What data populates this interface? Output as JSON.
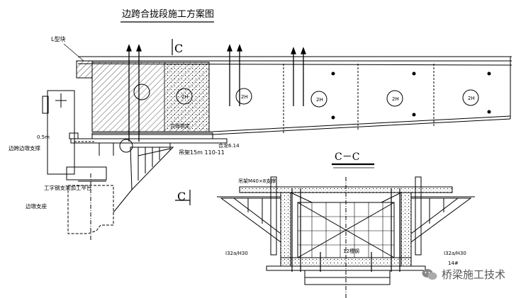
{
  "title": "边跨合拢段施工方案图",
  "section_mark_top": "C",
  "section_mark_bottom": "C",
  "section_view_title": "C－C",
  "watermark": "桥梁施工技术",
  "labels": {
    "top_left": "L型块",
    "left_mid": "边跨边墩支撑",
    "left_low_1": "工字钢支架加工平台",
    "left_low_2": "边墩支座",
    "left_note": "0.5m",
    "center_low": "吊架15m 110-11",
    "right_low": "合龙6.14",
    "small_note": "合拢锁定",
    "circles": [
      "2H",
      "2H",
      "2H",
      "2H",
      "2H"
    ],
    "section_top_left": "吊架M40×8支撑",
    "section_center": "12槽钢",
    "section_left_bot": "I32a/H30",
    "section_right_bot": "I32a/H30",
    "section_right_small": "14#"
  }
}
